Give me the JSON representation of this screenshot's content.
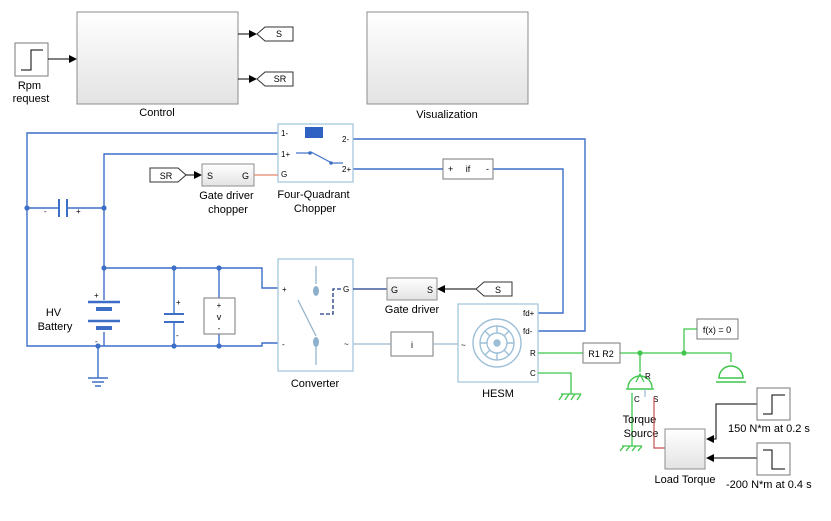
{
  "blocks": {
    "rpm_request": "Rpm\nrequest",
    "control": "Control",
    "visualization": "Visualization",
    "goto_s": "S",
    "goto_sr": "SR",
    "from_sr": "SR",
    "from_s": "S",
    "gate_driver_chopper": "Gate driver\nchopper",
    "gate_driver_chopper_port_s": "S",
    "gate_driver_chopper_port_g": "G",
    "four_quadrant_chopper": "Four-Quadrant\nChopper",
    "chopper_port_1m": "1-",
    "chopper_port_1p": "1+",
    "chopper_port_g": "G",
    "chopper_port_2m": "2-",
    "chopper_port_2p": "2+",
    "if_sensor": "if",
    "if_plus": "+",
    "if_minus": "-",
    "capacitor_minus": "-",
    "capacitor_plus": "+",
    "hv_battery": "HV\nBattery",
    "battery_plus": "+",
    "battery_minus": "-",
    "shunt_cap_plus": "+",
    "shunt_cap_minus": "-",
    "voltage_sensor_plus": "+",
    "voltage_sensor_v": "v",
    "voltage_sensor_minus": "-",
    "gate_driver": "Gate driver",
    "gate_driver_port_g": "G",
    "gate_driver_port_s": "S",
    "converter": "Converter",
    "converter_port_g": "G",
    "converter_port_plus": "+",
    "converter_port_minus": "-",
    "converter_port_tilde": "~",
    "current_sensor": "i",
    "hesm": "HESM",
    "hesm_port_fdp": "fd+",
    "hesm_port_fdm": "fd-",
    "hesm_port_r": "R",
    "hesm_port_c": "C",
    "hesm_port_tilde": "~",
    "r1r2": "R1 R2",
    "solver": "f(x) = 0",
    "torque_source": "Torque\nSource",
    "torque_source_port_r": "R",
    "torque_source_port_c": "C",
    "torque_source_port_s": "S",
    "load_torque": "Load Torque",
    "step_150": "150 N*m at 0.2 s",
    "step_200": "-200 N*m at 0.4 s"
  },
  "colors": {
    "electrical": "#3d6fc7",
    "mechanical": "#3fc64b",
    "physical_signal": "#9bbbd3",
    "gate_signal": "#e2896a",
    "block_border": "#7a7a7a"
  }
}
